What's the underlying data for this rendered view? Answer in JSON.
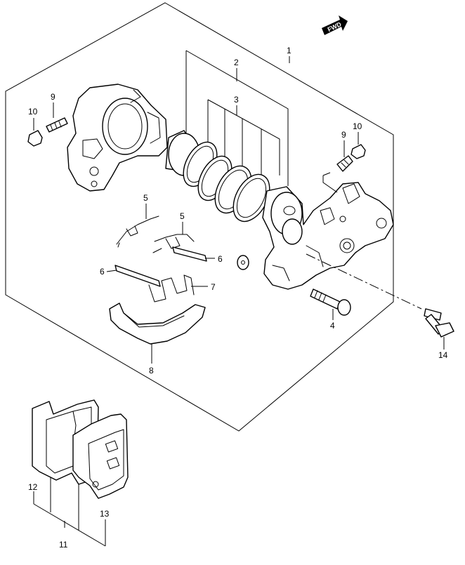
{
  "diagram": {
    "fwd_label": "FWD",
    "callouts": {
      "c1": "1",
      "c2": "2",
      "c3": "3",
      "c4": "4",
      "c5a": "5",
      "c5b": "5",
      "c6a": "6",
      "c6b": "6",
      "c7": "7",
      "c8": "8",
      "c9a": "9",
      "c9b": "9",
      "c10a": "10",
      "c10b": "10",
      "c11": "11",
      "c12": "12",
      "c13": "13",
      "c14": "14"
    }
  }
}
